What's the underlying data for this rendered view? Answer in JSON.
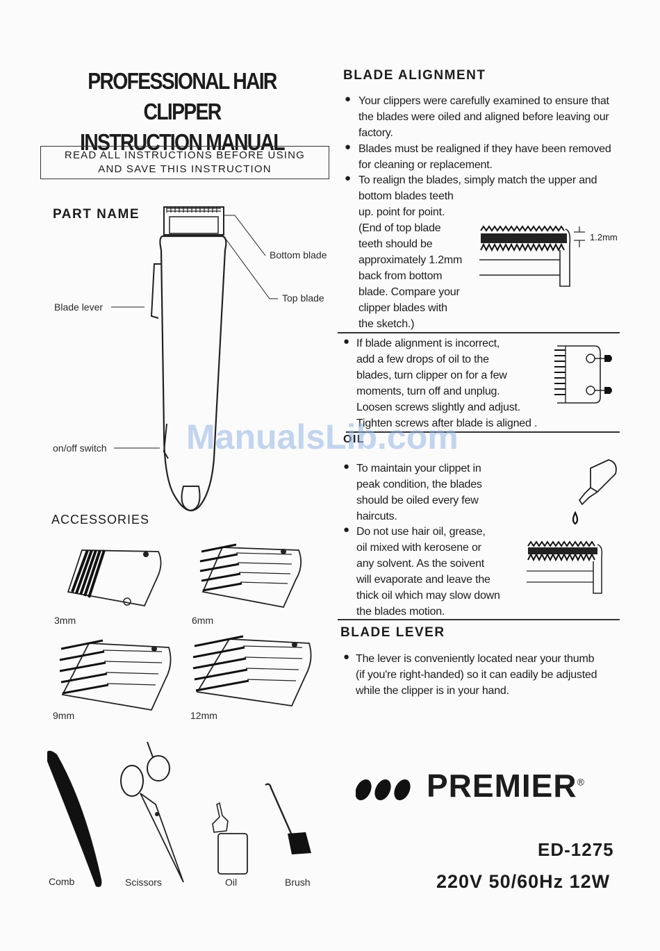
{
  "title": {
    "line1": "PROFESSIONAL HAIR CLIPPER",
    "line2": "INSTRUCTION MANUAL"
  },
  "notice": {
    "line1": "READ  ALL  INSTRUCTIONS  BEFORE  USING",
    "line2": "AND  SAVE  THIS  INSTRUCTION"
  },
  "part_name": {
    "heading": "PART NAME",
    "bottom_blade": "Bottom blade",
    "top_blade": "Top blade",
    "blade_lever": "Blade lever",
    "onoff_switch": "on/off switch"
  },
  "accessories": {
    "heading": "ACCESSORIES",
    "guides": [
      "3mm",
      "6mm",
      "9mm",
      "12mm"
    ],
    "items": [
      "Comb",
      "Scissors",
      "Oil",
      "Brush"
    ]
  },
  "blade_alignment": {
    "heading": "BLADE  ALIGNMENT",
    "b1": [
      "Your clippers were carefully examined to ensure that",
      "the blades were oiled and aligned before leaving our",
      "factory."
    ],
    "b2": [
      "Blades must be realigned  if they have been removed",
      "for  cleaning  or  replacement."
    ],
    "b3_full": "To  realign  the blades,  simply  match the  upper and",
    "b3": [
      "bottom  blades  teeth",
      "up.  point for  point.",
      "(End  of  top blade",
      "teeth  should  be",
      "approximately  1.2mm",
      "back  from  bottom",
      "blade.  Compare  your",
      "clipper  blades  with",
      "the  sketch.)"
    ],
    "measure": "1.2mm",
    "b4": [
      "If  blade  alignment  is  incorrect,",
      "add  a  few  drops of oil  to  the",
      "blades,  turn  clipper  on  for  a few",
      "moments,  turn  off  and  unplug.",
      "Loosen  screws  slightly  and  adjust.",
      "Tighten  screws  after  blade  is  aligned ."
    ]
  },
  "oil": {
    "heading": "OIL",
    "b1": [
      "To  maintain  your  clippet  in",
      "peak  condition,  the  blades",
      "should  be  oiled  every  few",
      "haircuts."
    ],
    "b2": [
      "Do  not  use hair  oil,  grease,",
      "oil  mixed  with  kerosene or",
      "any  solvent.  As  the soivent",
      "will  evaporate  and  leave the",
      "thick  oil  which may  slow  down",
      "the  blades  motion."
    ]
  },
  "blade_lever": {
    "heading": "BLADE  LEVER",
    "b1": [
      "The  lever  is  conveniently  located near  your  thumb",
      "(if  you're right-handed)  so  it can  eadily be  adjusted",
      "while  the  clipper  is  in your  hand."
    ]
  },
  "brand": {
    "name": "PREMIER",
    "reg": "®"
  },
  "model": {
    "number": "ED-1275",
    "spec": "220V 50/60Hz 12W"
  },
  "watermark": "ManualsLib.com",
  "colors": {
    "ink": "#1c1c1c",
    "watermark": "#9bb4e0"
  }
}
